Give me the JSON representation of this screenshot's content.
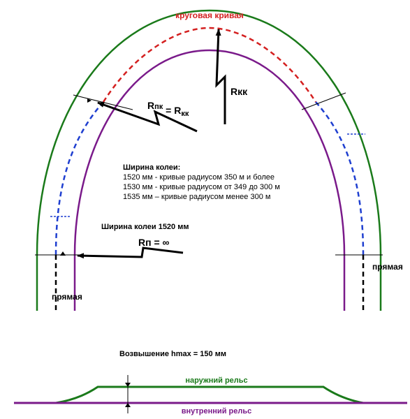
{
  "labels": {
    "circular_curve": "круговая кривая",
    "r_kk": "Rкк",
    "r_pk_main": "R",
    "r_pk_sub": "пк",
    "r_pk_eq": " = R",
    "r_pk_sub2": "кк",
    "gauge_title": "Ширина колеи:",
    "gauge_lines": [
      "1520 мм - кривые радиусом 350 м и более",
      "1530 мм - кривые радиусом от 349 до 300 м",
      "1535 мм – кривые радиусом менее 300 м"
    ],
    "gauge_straight": "Ширина колеи  1520 мм",
    "r_p": "Rп = ∞",
    "straight_right": "прямая",
    "straight_left": "прямая",
    "superelevation": "Возвышение hmax = 150 мм",
    "outer_rail": "наружний рельс",
    "inner_rail": "внутренний рельс"
  },
  "colors": {
    "outer_rail": "#1a7a1a",
    "inner_rail": "#7a1a8a",
    "circular_curve": "#d42020",
    "transition_curve": "#1f3fd0",
    "straight_axis": "#000000"
  }
}
